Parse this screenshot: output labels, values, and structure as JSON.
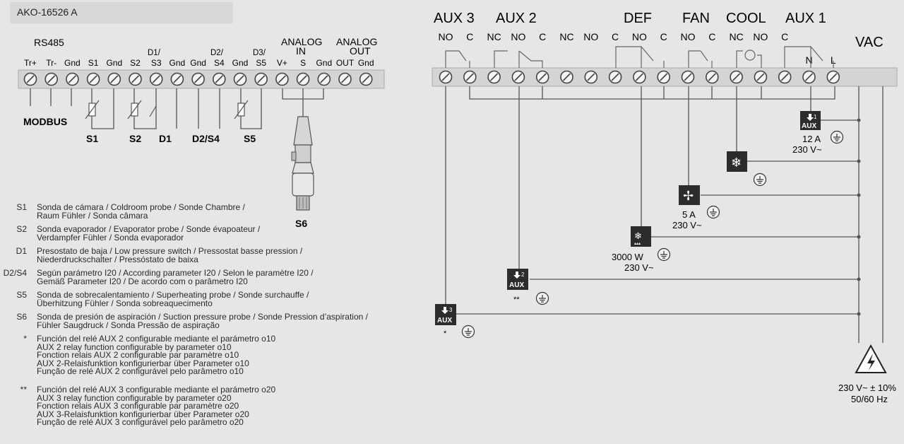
{
  "model": "AKO-16526 A",
  "left_terminal": {
    "group_labels": [
      "RS485",
      "ANALOG",
      "IN",
      "ANALOG",
      "OUT"
    ],
    "sup_labels": [
      "D1/",
      "D2/",
      "D3/"
    ],
    "pins": [
      "Tr+",
      "Tr-",
      "Gnd",
      "S1",
      "Gnd",
      "S2",
      "S3",
      "Gnd",
      "Gnd",
      "S4",
      "Gnd",
      "S5",
      "V+",
      "S",
      "Gnd",
      "OUT",
      "Gnd"
    ],
    "device_labels": [
      "MODBUS",
      "S1",
      "S2",
      "D1",
      "D2/S4",
      "S5",
      "S6"
    ]
  },
  "right_terminal": {
    "group_labels": [
      "AUX 3",
      "AUX 2",
      "DEF",
      "FAN",
      "COOL",
      "AUX 1",
      "VAC"
    ],
    "pins": [
      "NO",
      "C",
      "NC",
      "NO",
      "C",
      "NC",
      "NO",
      "C",
      "NO",
      "C",
      "NO",
      "C",
      "NC",
      "NO",
      "C",
      "N",
      "L"
    ],
    "loads": {
      "aux1": {
        "num": "1",
        "tag": "AUX",
        "current": "12 A",
        "voltage": "230 V~"
      },
      "fan": {
        "current": "5 A",
        "voltage": "230 V~"
      },
      "def": {
        "power": "3000 W",
        "voltage": "230 V~"
      },
      "aux2": {
        "num": "2",
        "tag": "AUX",
        "note": "**"
      },
      "aux3": {
        "num": "3",
        "tag": "AUX",
        "note": "*"
      }
    },
    "supply": {
      "line1": "230 V~ ± 10%",
      "line2": "50/60 Hz"
    }
  },
  "legend": [
    {
      "key": "S1",
      "lines": [
        "Sonda de cámara / Coldroom probe / Sonde Chambre /",
        "Raum Fühler / Sonda câmara"
      ]
    },
    {
      "key": "S2",
      "lines": [
        "Sonda evaporador / Evaporator probe / Sonde évapoateur /",
        "Verdampfer Fühler / Sonda evaporador"
      ]
    },
    {
      "key": "D1",
      "lines": [
        "Presostato de baja / Low pressure switch / Pressostat basse pression /",
        "Niederdruckschalter / Pressóstato de baixa"
      ]
    },
    {
      "key": "D2/S4",
      "lines": [
        "Según parámetro I20 / According parameter I20 / Selon le paramètre I20 /",
        "Gemäß Parameter I20 / De acordo com o parâmetro I20"
      ]
    },
    {
      "key": "S5",
      "lines": [
        "Sonda de sobrecalentamiento / Superheating probe / Sonde surchauffe /",
        "Überhitzung Fühler / Sonda sobreaquecimento"
      ]
    },
    {
      "key": "S6",
      "lines": [
        "Sonda de presión de aspiración / Suction pressure probe / Sonde Pression d’aspiration /",
        "Fühler Saugdruck / Sonda Pressão de aspiração"
      ]
    },
    {
      "key": "*",
      "lines": [
        "Función del relé AUX 2 configurable mediante el parámetro o10",
        "AUX 2 relay function configurable by parameter o10",
        "Fonction relais AUX 2 configurable par paramètre o10",
        "AUX 2-Relaisfunktion konfigurierbar über Parameter o10",
        "Função de relé AUX 2 configurável pelo parâmetro o10"
      ]
    },
    {
      "key": "**",
      "lines": [
        "Función del relé AUX 3 configurable mediante el parámetro o20",
        "AUX 3 relay function configurable by parameter o20",
        "Fonction relais AUX 3 configurable par paramètre o20",
        "AUX 3-Relaisfunktion konfigurierbar über Parameter o20",
        "Função de relé AUX 3 configurável pelo parâmetro o20"
      ]
    }
  ]
}
